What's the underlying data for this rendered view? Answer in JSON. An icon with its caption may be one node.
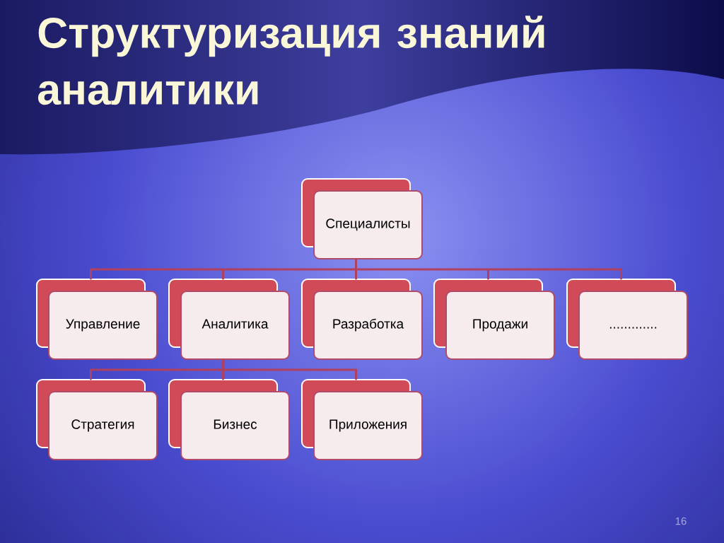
{
  "diagram": {
    "title": "Структуризация знаний аналитики",
    "nodes": [
      {
        "text": [
          "Специалисты"
        ]
      },
      {
        "text": [
          "Управление"
        ]
      },
      {
        "text": [
          "Аналитика"
        ]
      },
      {
        "text": [
          "Разработка"
        ]
      },
      {
        "text": [
          "Продажи"
        ]
      },
      {
        "text": [
          "............."
        ]
      },
      {
        "text": [
          "Стратегия"
        ]
      },
      {
        "text": [
          "Бизнес"
        ]
      },
      {
        "text": [
          "Приложения"
        ]
      }
    ],
    "edges": [
      {
        "from": 0,
        "to": 1,
        "arrow": "none"
      },
      {
        "from": 0,
        "to": 2,
        "arrow": "none"
      },
      {
        "from": 0,
        "to": 3,
        "arrow": "none"
      },
      {
        "from": 0,
        "to": 4,
        "arrow": "none"
      },
      {
        "from": 0,
        "to": 5,
        "arrow": "none"
      },
      {
        "from": 2,
        "to": 6,
        "arrow": "none"
      },
      {
        "from": 2,
        "to": 7,
        "arrow": "none"
      },
      {
        "from": 2,
        "to": 8,
        "arrow": "none"
      }
    ],
    "labels": [
      "16"
    ]
  }
}
